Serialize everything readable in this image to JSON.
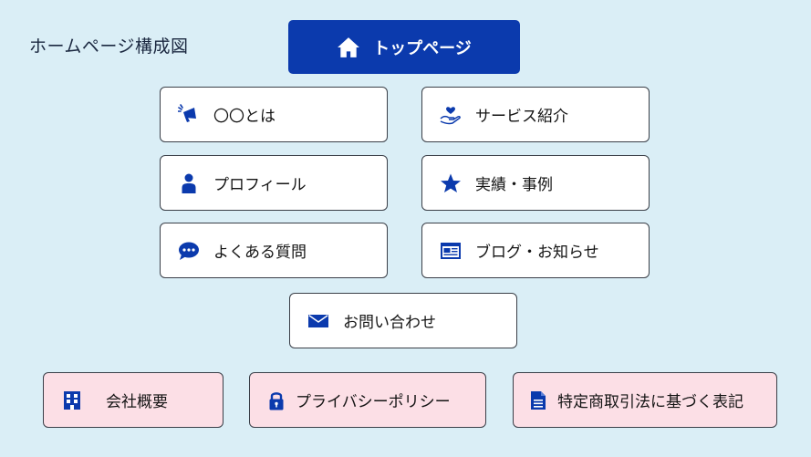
{
  "title": "ホームページ構成図",
  "top": {
    "label": "トップページ",
    "icon": "home-icon"
  },
  "pages": [
    {
      "label": "〇〇とは",
      "icon": "megaphone-icon"
    },
    {
      "label": "サービス紹介",
      "icon": "heart-in-hand-icon"
    },
    {
      "label": "プロフィール",
      "icon": "person-icon"
    },
    {
      "label": "実績・事例",
      "icon": "star-icon"
    },
    {
      "label": "よくある質問",
      "icon": "speech-bubble-icon"
    },
    {
      "label": "ブログ・お知らせ",
      "icon": "browser-window-icon"
    },
    {
      "label": "お問い合わせ",
      "icon": "envelope-icon"
    }
  ],
  "footer": [
    {
      "label": "会社概要",
      "icon": "building-icon"
    },
    {
      "label": "プライバシーポリシー",
      "icon": "lock-icon"
    },
    {
      "label": "特定商取引法に基づく表記",
      "icon": "document-icon"
    }
  ],
  "colors": {
    "background": "#daeef6",
    "accent": "#0b3aad",
    "box": "#ffffff",
    "footer_box": "#fcdfe6",
    "border": "#3a3f48"
  }
}
